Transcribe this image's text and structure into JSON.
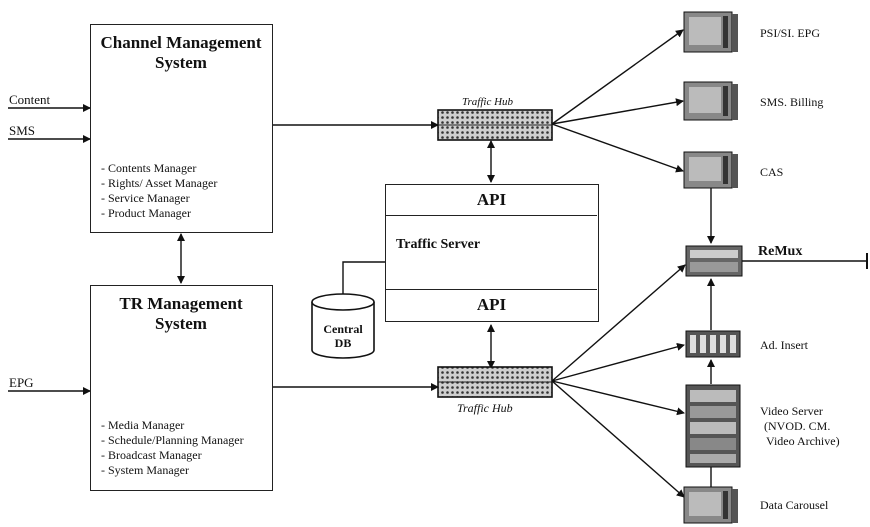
{
  "left_inputs": {
    "content": "Content",
    "sms": "SMS",
    "epg": "EPG"
  },
  "channel_mgmt": {
    "title_line1": "Channel Management",
    "title_line2": "System",
    "items": [
      "- Contents   Manager",
      "- Rights/ Asset Manager",
      "- Service Manager",
      "- Product Manager"
    ]
  },
  "tr_mgmt": {
    "title_line1": "TR Management",
    "title_line2": "System",
    "items": [
      "- Media Manager",
      "- Schedule/Planning Manager",
      "- Broadcast Manager",
      "- System Manager"
    ]
  },
  "traffic_hub_top": "Traffic Hub",
  "traffic_hub_bottom": "Traffic Hub",
  "server_block": {
    "api_top": "API",
    "traffic_server": "Traffic Server",
    "api_bottom": "API"
  },
  "central_db": {
    "line1": "Central",
    "line2": "DB"
  },
  "right_nodes": {
    "psi": "PSI/SI. EPG",
    "sms_billing": "SMS.  Billing",
    "cas": "CAS",
    "remux": "ReMux",
    "ad_insert": "Ad. Insert",
    "video_server_line1": "Video Server",
    "video_server_line2": "(NVOD. CM.",
    "video_server_line3": "Video Archive)",
    "data_carousel": "Data Carousel"
  }
}
